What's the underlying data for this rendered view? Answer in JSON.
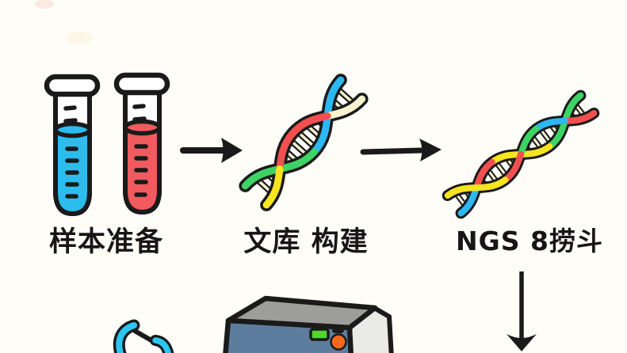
{
  "palette": {
    "background": "#fffdf8",
    "outline": "#1a1a1a",
    "tube_blue": "#2cbdee",
    "tube_red": "#f15a5e",
    "dna_blue": "#2cb9f2",
    "dna_red": "#f25050",
    "dna_green": "#3dd465",
    "dna_yellow": "#f6e41e",
    "dna_rung": "#f9f4d0",
    "dna_cream": "#f8f3cf",
    "machine_front": "#5d7d9e",
    "machine_top": "#9d9d9b",
    "machine_side": "#eaeae6",
    "machine_screen": "#53d52a",
    "machine_button": "#f2691c",
    "machine_indicator": "#1c1c1c",
    "partial_dna": "#2bc6f2",
    "smudge_peach": "#fbeadf",
    "smudge_cream": "#fbf6e8"
  },
  "workflow": {
    "steps": [
      {
        "label": "样本准备",
        "icon": "test-tubes"
      },
      {
        "label": "文库 构建",
        "icon": "dna-helix"
      },
      {
        "label": "NGS 8捞斗",
        "icon": "dna-helix"
      }
    ],
    "arrows": [
      {
        "direction": "right"
      },
      {
        "direction": "right"
      },
      {
        "direction": "down"
      }
    ],
    "bottom_icons": [
      "dna-helix-partial",
      "sequencer-machine"
    ]
  }
}
